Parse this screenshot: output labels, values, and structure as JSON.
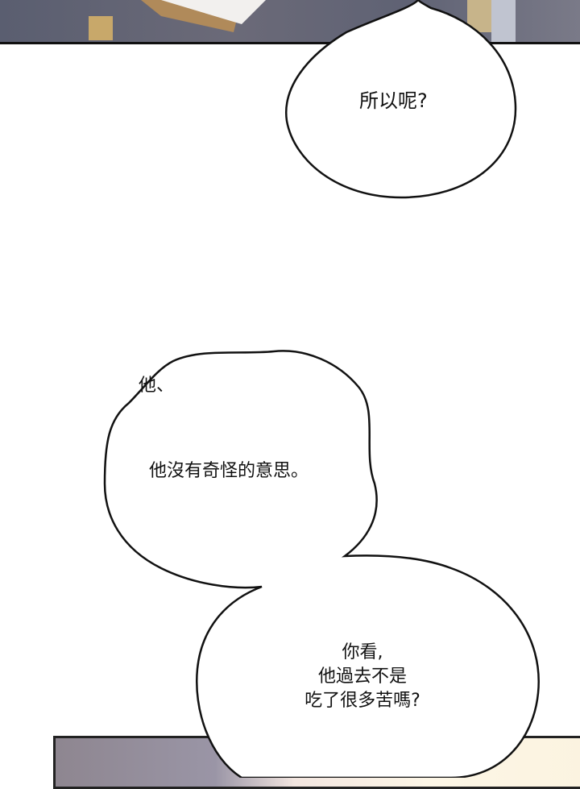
{
  "bubbles": [
    {
      "text": "所以呢?"
    },
    {
      "text": "他、"
    },
    {
      "text": "他沒有奇怪的意思。"
    },
    {
      "lines": [
        "你看,",
        "他過去不是",
        "吃了很多苦嗎?"
      ]
    }
  ]
}
